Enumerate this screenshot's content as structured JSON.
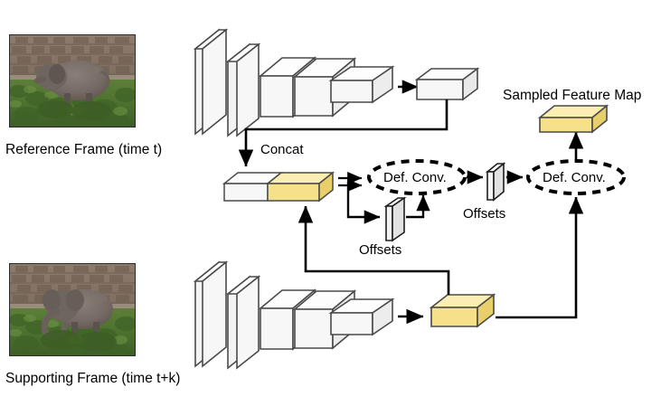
{
  "figure": {
    "title": "Deformable feature alignment across video frames",
    "type": "neural-network-architecture-diagram",
    "background": "#ffffff"
  },
  "colors": {
    "box_fill_white": "#f7f7f7",
    "box_fill_yellow": "#f7e08a",
    "box_top_yellow": "#fbeeb2",
    "box_side_yellow": "#e8cf6b",
    "box_top_white": "#fdfdfd",
    "box_side_white": "#e9e9e9",
    "stroke": "#4a4a48",
    "arrow": "#000000",
    "text": "#000000"
  },
  "labels": {
    "reference_frame": "Reference Frame (time t)",
    "supporting_frame": "Supporting Frame (time t+k)",
    "concat": "Concat",
    "offsets_1": "Offsets",
    "offsets_2": "Offsets",
    "def_conv_1": "Def. Conv.",
    "def_conv_2": "Def. Conv.",
    "sampled_feature_map": "Sampled Feature Map"
  },
  "nodes": {
    "reference_image": {
      "name": "Reference Frame thumbnail",
      "caption": "Reference Frame (time t)",
      "scene": "elephant in front of stone wall with green foliage"
    },
    "supporting_image": {
      "name": "Supporting Frame thumbnail",
      "caption": "Supporting Frame (time t+k)",
      "scene": "elephant with curled trunk in front of stone wall with green foliage"
    },
    "backbone_top": {
      "name": "CNN backbone (reference)",
      "stage_count": 5,
      "fill": "white"
    },
    "backbone_bottom": {
      "name": "CNN backbone (supporting)",
      "stage_count": 5,
      "fill": "white"
    },
    "reference_feature_map": {
      "name": "Reference feature map",
      "fill": "white"
    },
    "supporting_feature_map": {
      "name": "Supporting feature map",
      "fill": "yellow"
    },
    "concat_feature_map": {
      "name": "Concatenated feature map",
      "fill": "half-white-half-yellow"
    },
    "offsets_slab_1": {
      "name": "Offsets tensor 1",
      "fill": "white"
    },
    "offsets_slab_2": {
      "name": "Offsets tensor 2",
      "fill": "white"
    },
    "def_conv_1": {
      "name": "Deformable convolution 1",
      "shape": "dashed ellipse"
    },
    "def_conv_2": {
      "name": "Deformable convolution 2",
      "shape": "dashed ellipse"
    },
    "sampled_feature_map": {
      "name": "Sampled feature map",
      "fill": "yellow"
    }
  },
  "edges": [
    {
      "from": "reference_image",
      "to": "backbone_top"
    },
    {
      "from": "backbone_top",
      "to": "reference_feature_map",
      "style": "arrow"
    },
    {
      "from": "reference_feature_map",
      "to": "concat_feature_map",
      "style": "elbow-arrow",
      "label": "Concat"
    },
    {
      "from": "supporting_image",
      "to": "backbone_bottom"
    },
    {
      "from": "backbone_bottom",
      "to": "supporting_feature_map",
      "style": "arrow"
    },
    {
      "from": "supporting_feature_map",
      "to": "concat_feature_map",
      "style": "elbow-arrow"
    },
    {
      "from": "concat_feature_map",
      "to": "def_conv_1",
      "style": "double-arrow"
    },
    {
      "from": "concat_feature_map",
      "to": "offsets_slab_1",
      "style": "elbow-arrow"
    },
    {
      "from": "offsets_slab_1",
      "to": "def_conv_1",
      "style": "elbow-arrow"
    },
    {
      "from": "def_conv_1",
      "to": "offsets_slab_2",
      "style": "arrow"
    },
    {
      "from": "offsets_slab_2",
      "to": "def_conv_2",
      "style": "arrow"
    },
    {
      "from": "supporting_feature_map",
      "to": "def_conv_2",
      "style": "elbow-arrow"
    },
    {
      "from": "def_conv_2",
      "to": "sampled_feature_map",
      "style": "arrow"
    }
  ]
}
